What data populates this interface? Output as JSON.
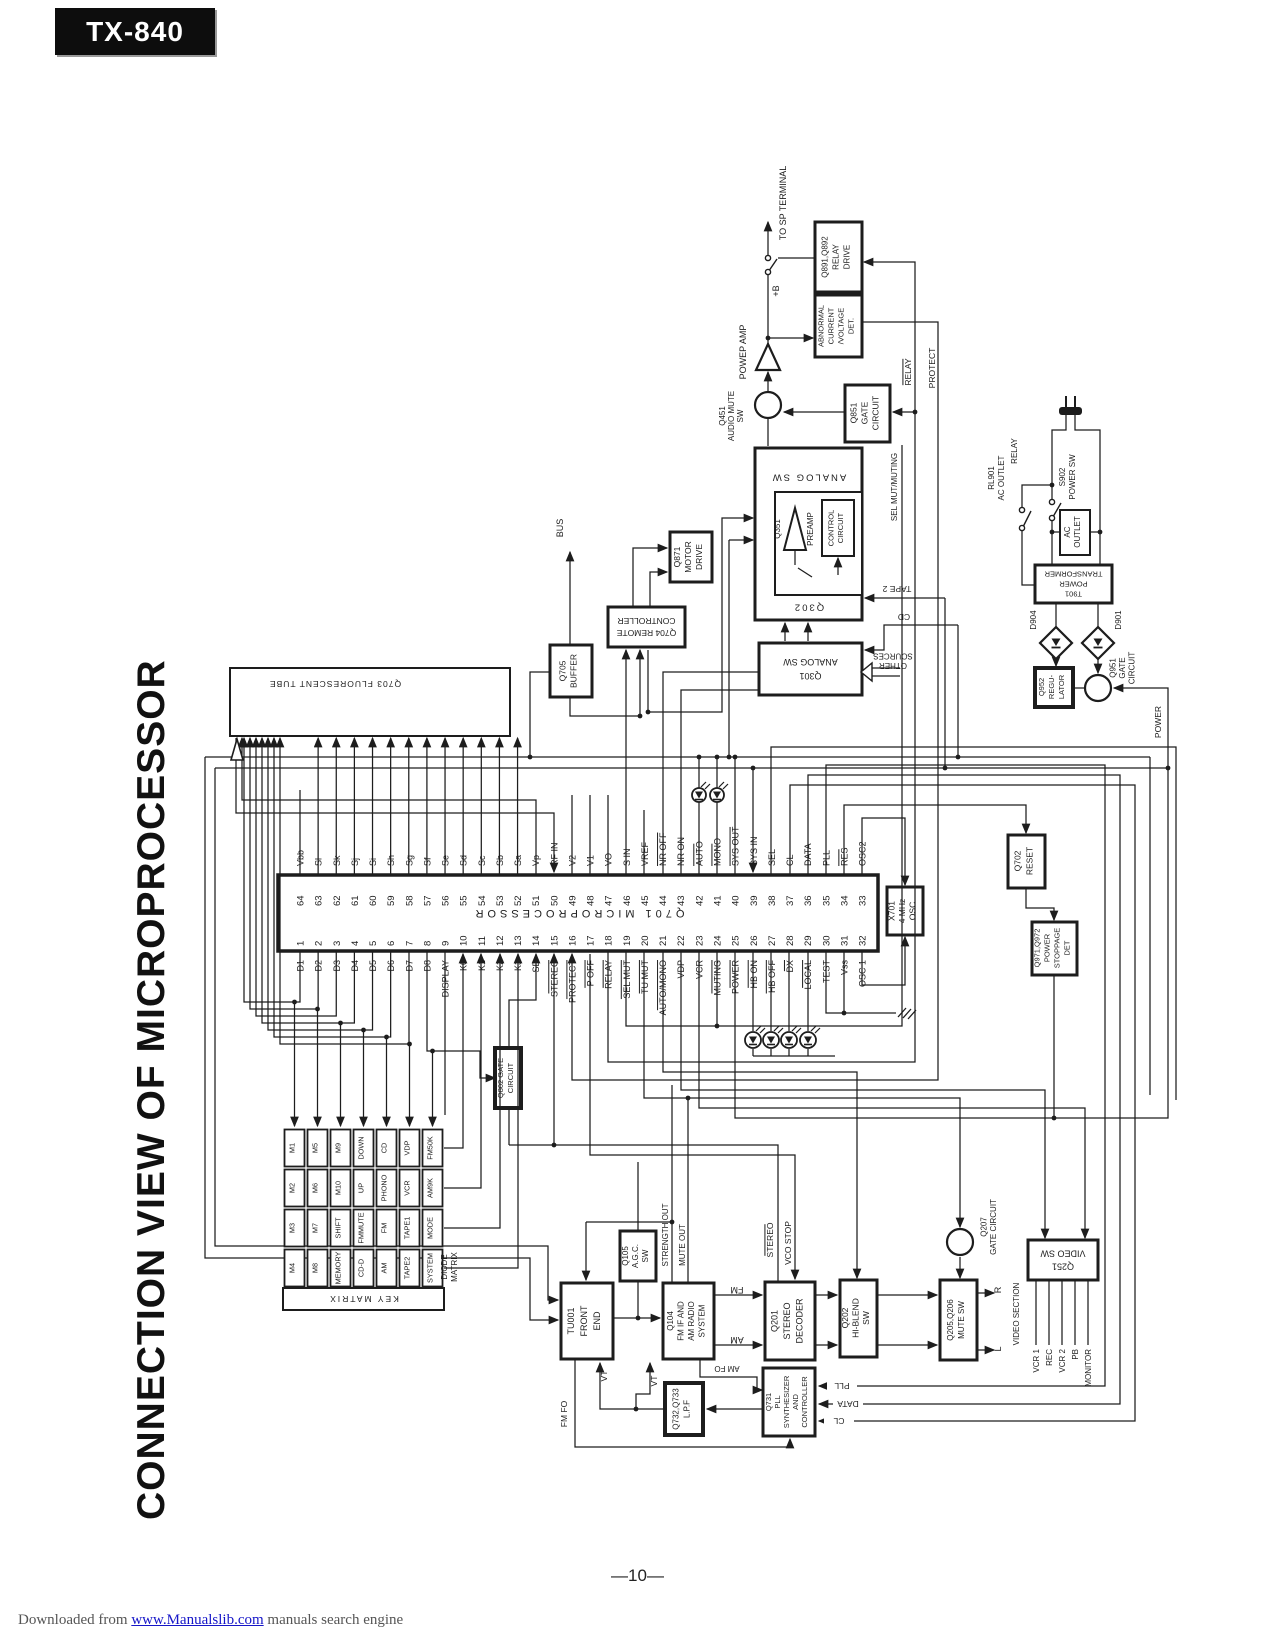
{
  "page": {
    "badge": "TX-840",
    "title": "CONNECTION VIEW OF MICROPROCESSOR",
    "page_number": "—10—",
    "footer_prefix": "Downloaded from ",
    "footer_link": "www.Manualslib.com",
    "footer_suffix": " manuals search engine"
  },
  "ic": {
    "ref": "Q701",
    "name": "MICROPROCESSOR",
    "top_pins": [
      [
        64,
        "Vbb",
        0
      ],
      [
        63,
        "Sl",
        0
      ],
      [
        62,
        "Sk",
        0
      ],
      [
        61,
        "Sj",
        0
      ],
      [
        60,
        "Si",
        0
      ],
      [
        59,
        "Sh",
        0
      ],
      [
        58,
        "Sg",
        0
      ],
      [
        57,
        "Sf",
        0
      ],
      [
        56,
        "Se",
        0
      ],
      [
        55,
        "Sd",
        0
      ],
      [
        54,
        "Sc",
        0
      ],
      [
        53,
        "Sb",
        0
      ],
      [
        52,
        "Sa",
        0
      ],
      [
        51,
        "Vp",
        0
      ],
      [
        50,
        "RF IN",
        0
      ],
      [
        49,
        "V2",
        0
      ],
      [
        48,
        "V1",
        0
      ],
      [
        47,
        "VO",
        0
      ],
      [
        46,
        "S IN",
        0
      ],
      [
        45,
        "VREF",
        0
      ],
      [
        44,
        "NR OFF",
        1
      ],
      [
        43,
        "NR ON",
        0
      ],
      [
        42,
        "AUTO",
        1
      ],
      [
        41,
        "MONO",
        1
      ],
      [
        40,
        "SYS OUT",
        1
      ],
      [
        39,
        "SYS IN",
        0
      ],
      [
        38,
        "SEL",
        0
      ],
      [
        37,
        "CL",
        0
      ],
      [
        36,
        "DATA",
        0
      ],
      [
        35,
        "PLL",
        0
      ],
      [
        34,
        "RES",
        1
      ],
      [
        33,
        "OSC2",
        0
      ]
    ],
    "bottom_pins": [
      [
        1,
        "D1",
        0
      ],
      [
        2,
        "D2",
        0
      ],
      [
        3,
        "D3",
        0
      ],
      [
        4,
        "D4",
        0
      ],
      [
        5,
        "D5",
        0
      ],
      [
        6,
        "D6",
        0
      ],
      [
        7,
        "D7",
        0
      ],
      [
        8,
        "D8",
        0
      ],
      [
        9,
        "DISPLAY",
        0
      ],
      [
        10,
        "K0",
        0
      ],
      [
        11,
        "K1",
        0
      ],
      [
        12,
        "K2",
        0
      ],
      [
        13,
        "K3",
        0
      ],
      [
        14,
        "SD",
        0
      ],
      [
        15,
        "STEREO",
        1
      ],
      [
        16,
        "PROTECT",
        1
      ],
      [
        17,
        "P OFF",
        1
      ],
      [
        18,
        "RELAY",
        1
      ],
      [
        19,
        "SEL MUT",
        1
      ],
      [
        20,
        "TU MUT",
        1
      ],
      [
        21,
        "AUTO/MONO",
        1
      ],
      [
        22,
        "VDP",
        0
      ],
      [
        23,
        "VCR",
        0
      ],
      [
        24,
        "MUTING",
        1
      ],
      [
        25,
        "POWER",
        1
      ],
      [
        26,
        "HB ON",
        1
      ],
      [
        27,
        "HB OFF",
        1
      ],
      [
        28,
        "DX",
        1
      ],
      [
        29,
        "LOCAL",
        1
      ],
      [
        30,
        "TEST",
        0
      ],
      [
        31,
        "Vss",
        0
      ],
      [
        32,
        "OSC 1",
        0
      ]
    ]
  },
  "blocks": {
    "q703": {
      "lines": [
        "Q703  FLUORESCENT TUBE"
      ]
    },
    "q705": {
      "lines": [
        "Q705",
        "BUFFER"
      ]
    },
    "q704": {
      "lines": [
        "Q704  REMOTE",
        "CONTROLLER"
      ]
    },
    "q871": {
      "lines": [
        "Q871",
        "MOTOR",
        "DRIVE"
      ]
    },
    "q891": {
      "lines": [
        "Q891,Q892",
        "RELAY",
        "DRIVE"
      ]
    },
    "abn": {
      "lines": [
        "ABNORMAL",
        "CURRENT",
        "/VOLTAGE",
        "DET."
      ]
    },
    "q851": {
      "lines": [
        "Q851",
        "GATE",
        "CIRCUIT"
      ]
    },
    "q301": {
      "lines": [
        "Q301",
        "ANALOG SW"
      ]
    },
    "t901": {
      "lines": [
        "T901",
        "POWER",
        "TRANSFORMER"
      ]
    },
    "acout": {
      "lines": [
        "AC",
        "OUTLET"
      ]
    },
    "q952": {
      "lines": [
        "Q952",
        "REGU-",
        "LATOR"
      ]
    },
    "x701": {
      "lines": [
        "X701",
        "4 MHz",
        "OSC"
      ]
    },
    "q702": {
      "lines": [
        "Q702",
        "RESET"
      ]
    },
    "q971": {
      "lines": [
        "Q971,Q972",
        "POWER",
        "STOPPAGE",
        "DET"
      ]
    },
    "q251": {
      "lines": [
        "Q251",
        "VIDEO SW"
      ]
    },
    "q205": {
      "lines": [
        "Q205,Q206",
        "MUTE SW"
      ]
    },
    "q202": {
      "lines": [
        "Q202",
        "HI-BLEND",
        "SW"
      ]
    },
    "q201": {
      "lines": [
        "Q201",
        "STEREO",
        "DECODER"
      ]
    },
    "q731": {
      "lines": [
        "Q731",
        "PLL",
        "SYNTHESIZER",
        "AND",
        "CONTROLLER"
      ]
    },
    "q732": {
      "lines": [
        "Q732,Q733",
        "L.P.F"
      ]
    },
    "q104": {
      "lines": [
        "Q104",
        "FM IF AND",
        "AM RADIO",
        "SYSTEM"
      ]
    },
    "q105": {
      "lines": [
        "Q105",
        "A.G.C.",
        "SW"
      ]
    },
    "tu001": {
      "lines": [
        "TU001",
        "FRONT",
        "END"
      ]
    },
    "q802": {
      "lines": [
        "Q802 GATE",
        "CIRCUIT"
      ]
    }
  },
  "q302_block": {
    "analog_sw": "ANALOG SW",
    "ref": "Q302",
    "q351": "Q351",
    "preamp": "PREAMP",
    "control": [
      "CONTROL",
      "CIRCUIT"
    ]
  },
  "labels": {
    "bus": "BUS",
    "to_sp": "TO SP TERMINAL",
    "plus_b": "+B",
    "power_amp": "POWEP AMP",
    "q451": [
      "Q451",
      "AUDIO MUTE",
      "SW"
    ],
    "relay_line": "RELAY",
    "protect_line": "PROTECT",
    "sel_mut_line": "SEL MUT/MUTING",
    "power_line": "POWER",
    "tape2": "TAPE 2",
    "cd": "CD",
    "other_sources": [
      "OTHER",
      "SOURCES"
    ],
    "rl901": [
      "RL901",
      "AC OUTLET"
    ],
    "rl901_relay": "RELAY",
    "s902": [
      "S902",
      "POWER SW"
    ],
    "d904": "D904",
    "d901": "D901",
    "q951": [
      "Q951",
      "GATE",
      "CIRCUIT"
    ],
    "q207": [
      "Q207",
      "GATE CIRCUIT"
    ],
    "stereo": "STEREO",
    "vco_stop": "VCO STOP",
    "strength_out": "STRENGTH OUT",
    "mute_out": "MUTE OUT",
    "fm": "FM",
    "am": "AM",
    "am_fo": "AM FO",
    "fm_fo": "FM FO",
    "vt": "VT",
    "r": "R",
    "l": "L",
    "pll": "PLL",
    "data": "DATA",
    "cl": "CL",
    "video_section": "VIDEO SECTION",
    "video_outputs": [
      "VCR 1",
      "REC",
      "VCR 2",
      "PB",
      "MONITOR"
    ],
    "key_matrix": "KEY MATRIX",
    "diode_matrix": [
      "DIODE",
      "MATRIX"
    ]
  },
  "key_matrix": {
    "rows": [
      [
        "M1",
        "M5",
        "M9",
        "DOWN",
        "CD",
        "VDP",
        "FM50K"
      ],
      [
        "M2",
        "M6",
        "M10",
        "UP",
        "PHONO",
        "VCR",
        "AM9K"
      ],
      [
        "M3",
        "M7",
        "SHIFT",
        "FMMUTE",
        "FM",
        "TAPE1",
        "MODE"
      ],
      [
        "M4",
        "M8",
        "MEMORY",
        "CD-D",
        "AM",
        "TAPE2",
        "SYSTEM"
      ]
    ]
  },
  "colors": {
    "ink": "#1d1d1d",
    "paper": "#ffffff",
    "link_blue": "#1515c8"
  }
}
